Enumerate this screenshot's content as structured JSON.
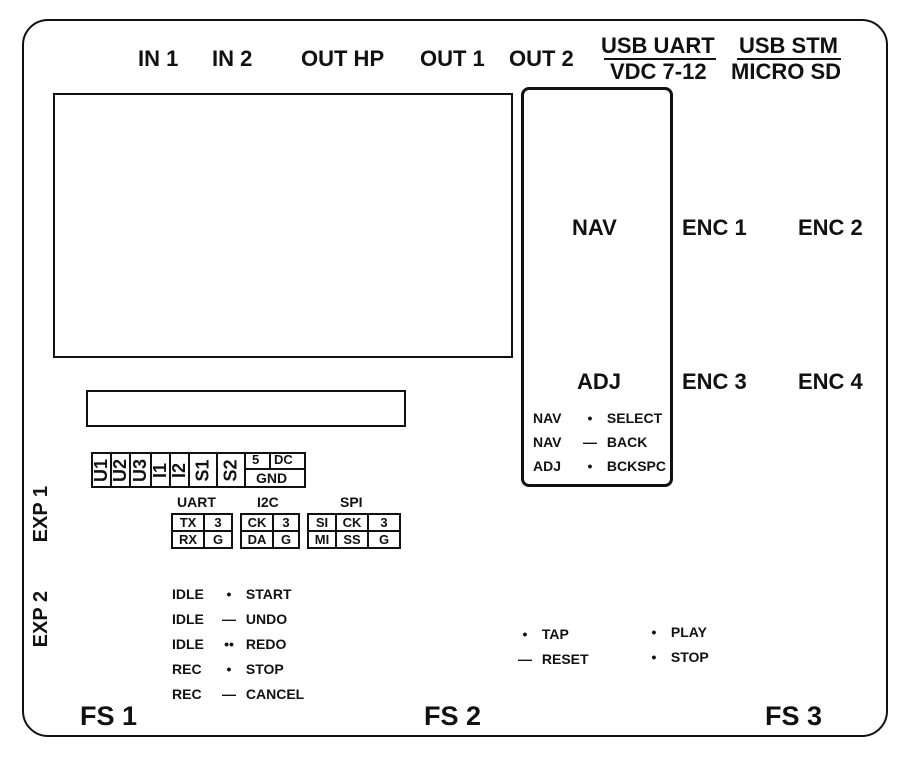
{
  "top_ports": {
    "in1": "IN 1",
    "in2": "IN 2",
    "out_hp": "OUT HP",
    "out1": "OUT 1",
    "out2": "OUT 2",
    "usb_uart": "USB UART",
    "vdc": "VDC 7-12",
    "usb_stm": "USB STM",
    "micro_sd": "MICRO SD"
  },
  "encoders": {
    "nav": "NAV",
    "adj": "ADJ",
    "enc1": "ENC 1",
    "enc2": "ENC 2",
    "enc3": "ENC 3",
    "enc4": "ENC 4"
  },
  "nav_legend": [
    {
      "key": "NAV",
      "mark": "•",
      "action": "SELECT"
    },
    {
      "key": "NAV",
      "mark": "—",
      "action": "BACK"
    },
    {
      "key": "ADJ",
      "mark": "•",
      "action": "BCKSPC"
    }
  ],
  "pins": {
    "u1": "U1",
    "u2": "U2",
    "u3": "U3",
    "i1": "I1",
    "i2": "I2",
    "s1": "S1",
    "s2": "S2",
    "five": "5",
    "dc": "DC",
    "gnd": "GND"
  },
  "headers": {
    "uart": {
      "title": "UART",
      "cells": [
        "TX",
        "3",
        "RX",
        "G"
      ]
    },
    "i2c": {
      "title": "I2C",
      "cells": [
        "CK",
        "3",
        "DA",
        "G"
      ]
    },
    "spi": {
      "title": "SPI",
      "cells": [
        "SI",
        "CK",
        "3",
        "MI",
        "SS",
        "G"
      ]
    }
  },
  "exp": {
    "exp1": "EXP 1",
    "exp2": "EXP 2"
  },
  "fs1_legend": [
    {
      "key": "IDLE",
      "mark": "•",
      "action": "START"
    },
    {
      "key": "IDLE",
      "mark": "—",
      "action": "UNDO"
    },
    {
      "key": "IDLE",
      "mark": "••",
      "action": "REDO"
    },
    {
      "key": "REC",
      "mark": "•",
      "action": "STOP"
    },
    {
      "key": "REC",
      "mark": "—",
      "action": "CANCEL"
    }
  ],
  "fs2_legend": [
    {
      "mark": "•",
      "action": "TAP"
    },
    {
      "mark": "—",
      "action": "RESET"
    }
  ],
  "fs3_legend": [
    {
      "mark": "•",
      "action": "PLAY"
    },
    {
      "mark": "•",
      "action": "STOP"
    }
  ],
  "footswitches": {
    "fs1": "FS 1",
    "fs2": "FS 2",
    "fs3": "FS 3"
  }
}
